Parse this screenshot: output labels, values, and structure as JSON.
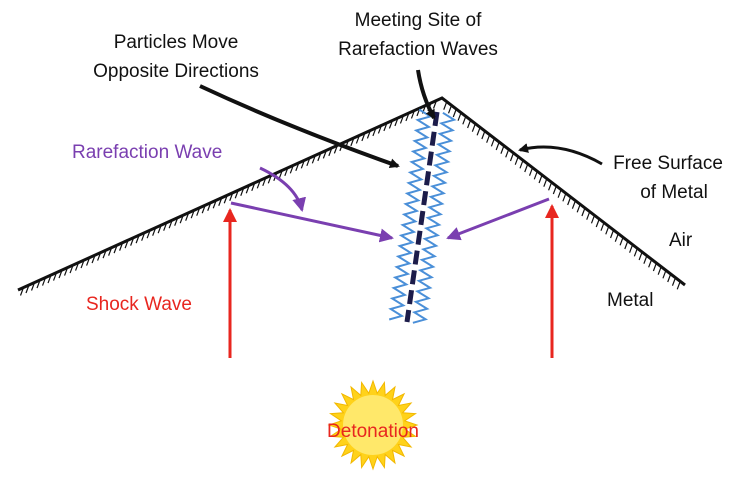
{
  "labels": {
    "meeting_site_line1": "Meeting Site of",
    "meeting_site_line2": "Rarefaction Waves",
    "particles_line1": "Particles Move",
    "particles_line2": "Opposite Directions",
    "rarefaction_wave": "Rarefaction Wave",
    "free_surface_line1": "Free Surface",
    "free_surface_line2": "of Metal",
    "air": "Air",
    "metal": "Metal",
    "shock_wave": "Shock Wave",
    "detonation": "Detonation"
  },
  "colors": {
    "outline": "#111111",
    "rarefaction": "#7a3fb0",
    "shock": "#e8261f",
    "zigzag": "#4a8fd8",
    "meeting_line": "#1c1c4a",
    "sun": "#ffd21a",
    "sun_core": "#ffe86a"
  }
}
